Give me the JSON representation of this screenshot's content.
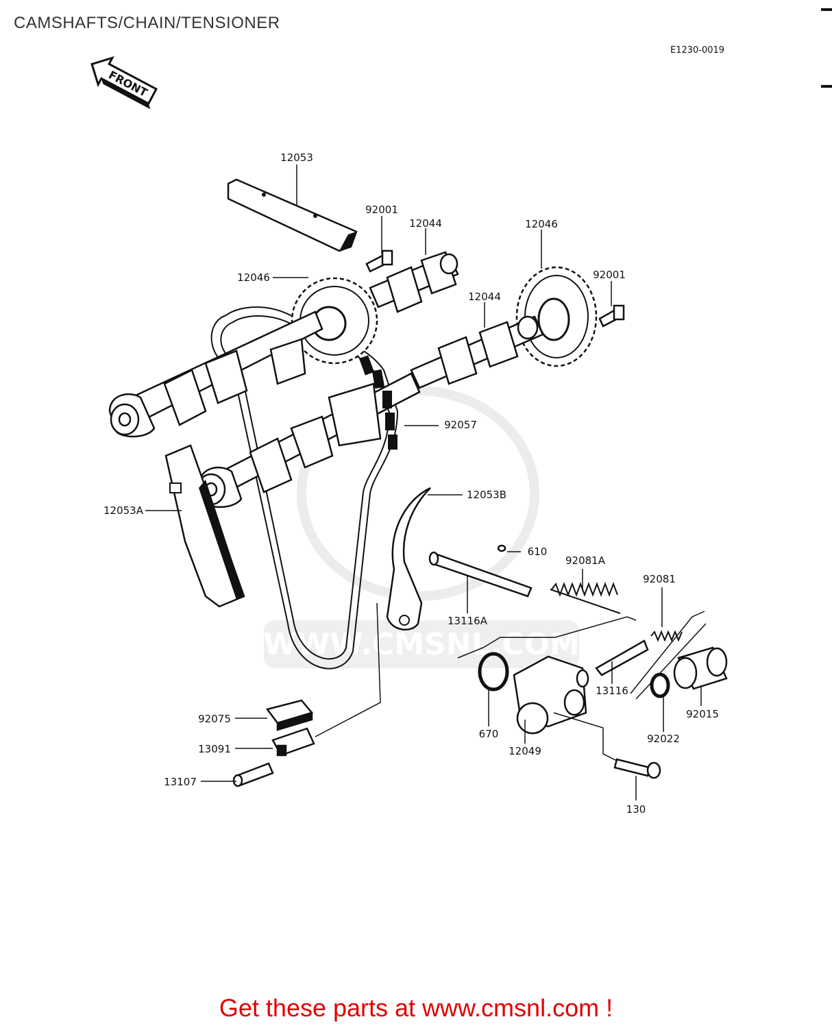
{
  "header": {
    "title": "CAMSHAFTS/CHAIN/TENSIONER",
    "diagram_code": "E1230-0019"
  },
  "orientation": {
    "label": "FRONT"
  },
  "watermark": {
    "text": "WWW.CMSNL.COM"
  },
  "callouts": [
    {
      "id": "c1",
      "label": "12053"
    },
    {
      "id": "c2",
      "label": "92001"
    },
    {
      "id": "c3",
      "label": "12044"
    },
    {
      "id": "c4",
      "label": "12046"
    },
    {
      "id": "c5",
      "label": "12046"
    },
    {
      "id": "c6",
      "label": "92001"
    },
    {
      "id": "c7",
      "label": "12044"
    },
    {
      "id": "c8",
      "label": "92057"
    },
    {
      "id": "c9",
      "label": "12053A"
    },
    {
      "id": "c10",
      "label": "12053B"
    },
    {
      "id": "c11",
      "label": "610"
    },
    {
      "id": "c12",
      "label": "92081A"
    },
    {
      "id": "c13",
      "label": "13116A"
    },
    {
      "id": "c14",
      "label": "92081"
    },
    {
      "id": "c15",
      "label": "13116"
    },
    {
      "id": "c16",
      "label": "92015"
    },
    {
      "id": "c17",
      "label": "670"
    },
    {
      "id": "c18",
      "label": "12049"
    },
    {
      "id": "c19",
      "label": "92022"
    },
    {
      "id": "c20",
      "label": "92075"
    },
    {
      "id": "c21",
      "label": "13091"
    },
    {
      "id": "c22",
      "label": "13107"
    },
    {
      "id": "c23",
      "label": "130"
    }
  ],
  "banner": {
    "text": "Get these parts at www.cmsnl.com !"
  },
  "colors": {
    "banner": "#e00000",
    "line": "#111111",
    "watermark": "#d8d8d8"
  }
}
